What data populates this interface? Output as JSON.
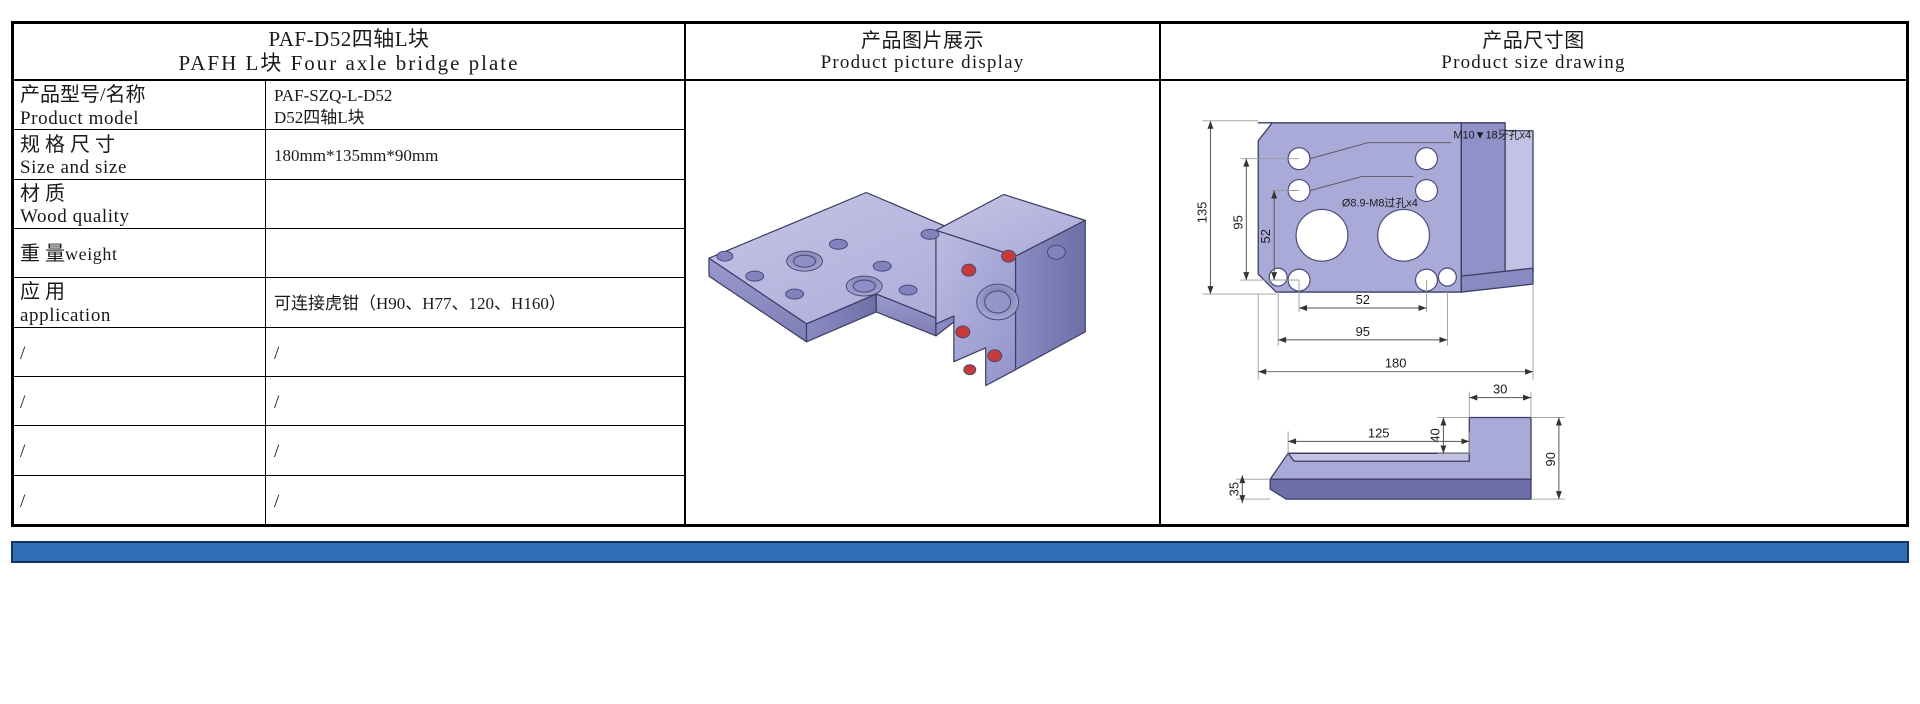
{
  "header": {
    "spec_title_cn": "PAF-D52四轴L块",
    "spec_title_en": "PAFH L块 Four axle bridge plate",
    "photo_title_cn": "产品图片展示",
    "photo_title_en": "Product picture display",
    "drawing_title_cn": "产品尺寸图",
    "drawing_title_en": "Product size drawing"
  },
  "spec_rows": [
    {
      "label_cn": "产品型号/名称",
      "label_en": "Product model",
      "value_lines": [
        "PAF-SZQ-L-D52",
        "D52四轴L块"
      ]
    },
    {
      "label_cn": "规 格 尺 寸",
      "label_en": "Size and size",
      "value_lines": [
        "180mm*135mm*90mm"
      ]
    },
    {
      "label_cn": "材 质",
      "label_en": "Wood quality",
      "value_lines": []
    },
    {
      "label_cn": "重 量",
      "label_en": "weight",
      "inline": true,
      "value_lines": []
    },
    {
      "label_cn": "应 用",
      "label_en": "application",
      "value_lines": [
        "可连接虎钳（H90、H77、120、H160）"
      ]
    },
    {
      "label_cn": "/",
      "label_en": "",
      "value_lines": [
        "/"
      ]
    },
    {
      "label_cn": "/",
      "label_en": "",
      "value_lines": [
        "/"
      ]
    },
    {
      "label_cn": "/",
      "label_en": "",
      "value_lines": [
        "/"
      ]
    },
    {
      "label_cn": "/",
      "label_en": "",
      "value_lines": [
        "/"
      ]
    }
  ],
  "drawing": {
    "callout_threaded": "M10▼18牙孔x4",
    "callout_clearance": "Ø8.9-M8过孔x4",
    "top_view": {
      "height_overall": "135",
      "height_inner": "95",
      "height_hole_pitch": "52",
      "width_hole_pitch": "52",
      "width_inner": "95",
      "width_overall": "180"
    },
    "side_view": {
      "step_width": "30",
      "step_height": "40",
      "base_length": "125",
      "total_height": "90",
      "base_thickness": "35"
    }
  },
  "colors": {
    "part_face": "#a3a3d4",
    "part_top": "#b9b9e0",
    "part_dark": "#6b6b9c",
    "accent_red": "#d42a2a",
    "bar_blue": "#2f6fb5"
  }
}
